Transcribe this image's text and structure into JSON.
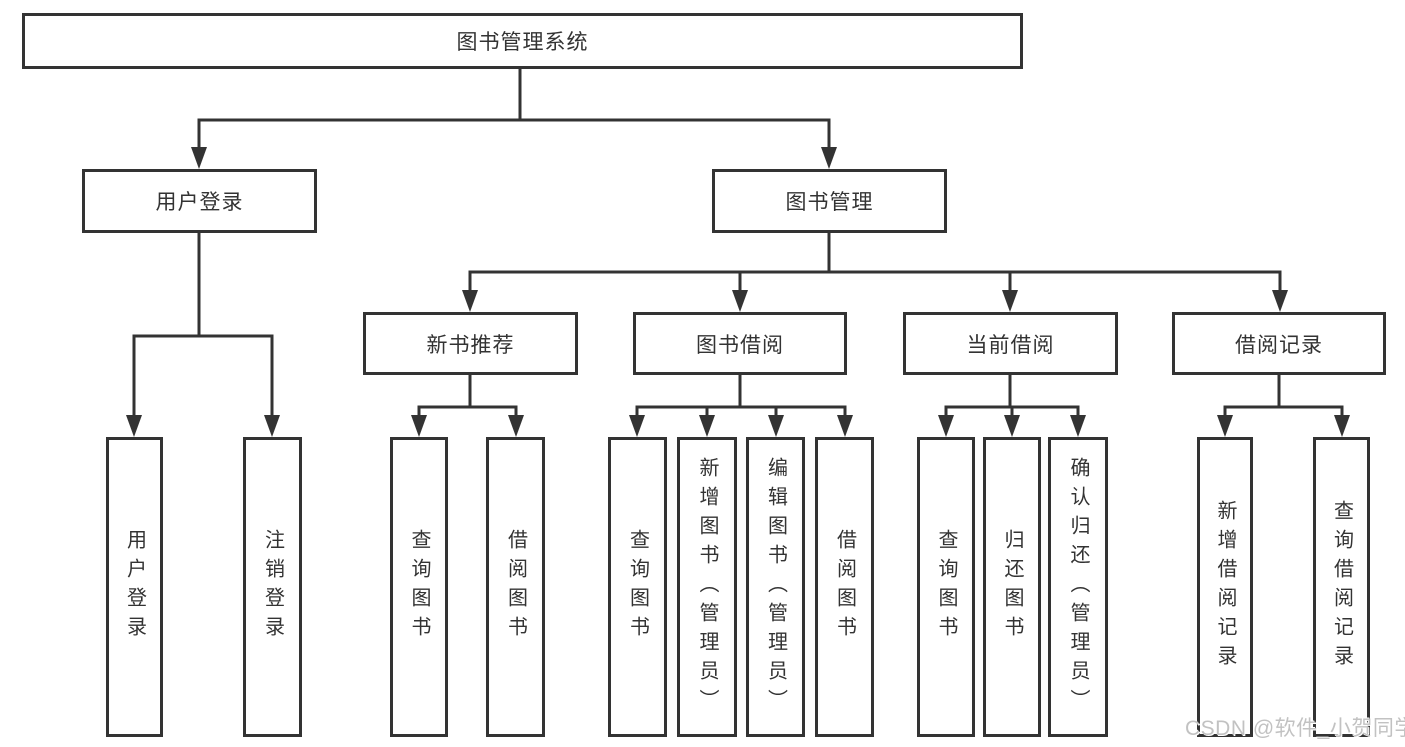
{
  "diagram_title": "图书管理系统",
  "watermark": "CSDN @软件_小贺同学",
  "colors": {
    "line": "#333333",
    "box_border": "#333333",
    "box_background": "#ffffff",
    "text": "#333333",
    "watermark": "#c2c2c2"
  },
  "tree": {
    "root_label": "图书管理系统",
    "branches": [
      {
        "label": "用户登录",
        "leaves": [
          "用户登录",
          "注销登录"
        ]
      },
      {
        "label": "图书管理",
        "groups": [
          {
            "label": "新书推荐",
            "leaves": [
              "查询图书",
              "借阅图书"
            ]
          },
          {
            "label": "图书借阅",
            "leaves": [
              "查询图书",
              "新增图书（管理员）",
              "编辑图书（管理员）",
              "借阅图书"
            ]
          },
          {
            "label": "当前借阅",
            "leaves": [
              "查询图书",
              "归还图书",
              "确认归还（管理员）"
            ]
          },
          {
            "label": "借阅记录",
            "leaves": [
              "新增借阅记录",
              "查询借阅记录"
            ]
          }
        ]
      }
    ]
  }
}
